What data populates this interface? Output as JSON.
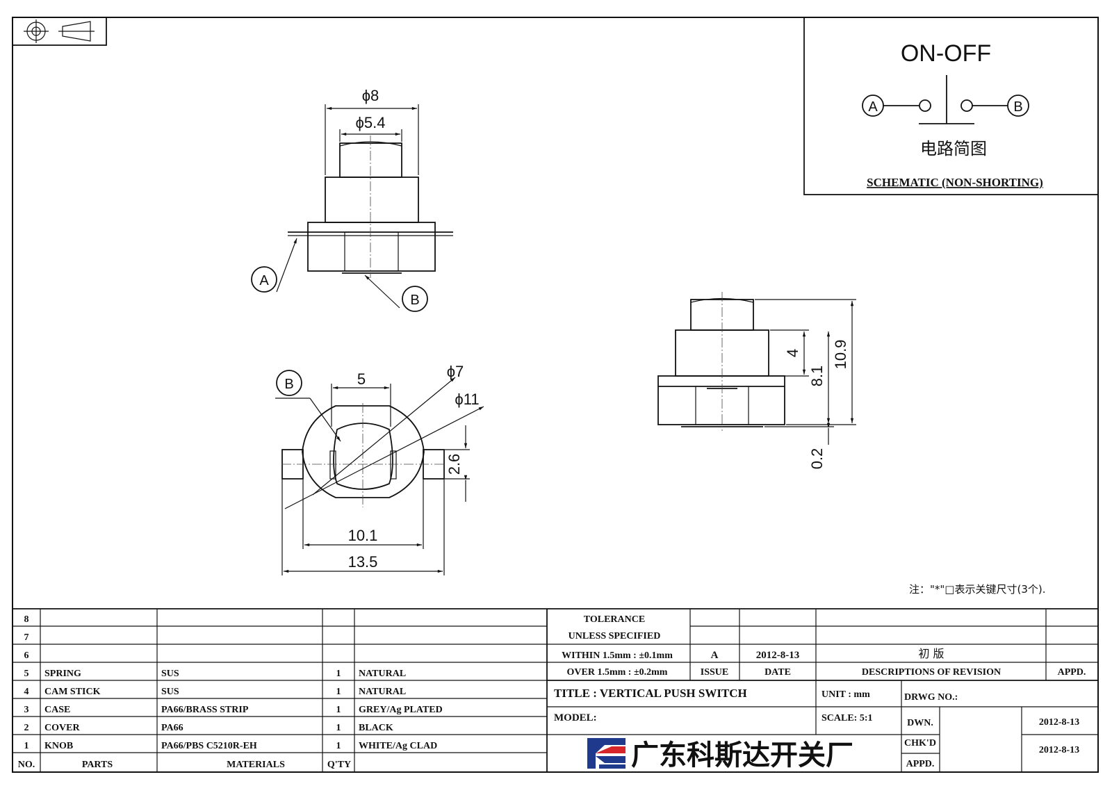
{
  "schematic": {
    "title": "ON-OFF",
    "label_a": "A",
    "label_b": "B",
    "caption_cn": "电路简图",
    "caption_en": "SCHEMATIC (NON-SHORTING)"
  },
  "callouts": {
    "a": "A",
    "b": "B"
  },
  "dimensions": {
    "knob_outer_dia": "ϕ8",
    "knob_inner_dia": "ϕ5.4",
    "width_5": "5",
    "dia_7": "ϕ7",
    "dia_11": "ϕ11",
    "h_2_6": "2.6",
    "w_10_1": "10.1",
    "w_13_5": "13.5",
    "h_4": "4",
    "h_8_1": "8.1",
    "h_10_9": "10.9",
    "h_0_2": "0.2"
  },
  "note": "注：\"*\"□表示关键尺寸(3个).",
  "bom": {
    "rows": [
      {
        "no": "8",
        "part": "",
        "material": "",
        "qty": "",
        "finish": ""
      },
      {
        "no": "7",
        "part": "",
        "material": "",
        "qty": "",
        "finish": ""
      },
      {
        "no": "6",
        "part": "",
        "material": "",
        "qty": "",
        "finish": ""
      },
      {
        "no": "5",
        "part": "SPRING",
        "material": "SUS",
        "qty": "1",
        "finish": "NATURAL"
      },
      {
        "no": "4",
        "part": "CAM STICK",
        "material": "SUS",
        "qty": "1",
        "finish": "NATURAL"
      },
      {
        "no": "3",
        "part": "CASE",
        "material": "PA66/BRASS STRIP",
        "qty": "1",
        "finish": "GREY/Ag PLATED"
      },
      {
        "no": "2",
        "part": "COVER",
        "material": "PA66",
        "qty": "1",
        "finish": "BLACK"
      },
      {
        "no": "1",
        "part": "KNOB",
        "material": "PA66/PBS C5210R-EH",
        "qty": "1",
        "finish": "WHITE/Ag CLAD"
      }
    ],
    "headers": {
      "no": "NO.",
      "parts": "PARTS",
      "materials": "MATERIALS",
      "qty": "Q'TY"
    }
  },
  "title_block": {
    "tol_1": "TOLERANCE",
    "tol_2": "UNLESS  SPECIFIED",
    "tol_3": "WITHIN 1.5mm : ±0.1mm",
    "tol_4": "OVER 1.5mm : ±0.2mm",
    "rev_issue": "A",
    "rev_date": "2012-8-13",
    "rev_desc": "初  版",
    "h_issue": "ISSUE",
    "h_date": "DATE",
    "h_desc": "DESCRIPTIONS OF REVISION",
    "h_appd": "APPD.",
    "title": "TITLE :  VERTICAL PUSH SWITCH",
    "unit": "UNIT :  mm",
    "drwg_no": "DRWG NO.:",
    "model": "MODEL:",
    "scale": "SCALE:  5:1",
    "dwn": "DWN.",
    "dwn_date": "2012-8-13",
    "chkd": "CHK'D",
    "chk_date": "2012-8-13",
    "appd": "APPD.",
    "company": "广东科斯达开关厂"
  },
  "colors": {
    "logo_blue": "#1f3a8c",
    "logo_red": "#d6262b",
    "ink": "#111111"
  }
}
